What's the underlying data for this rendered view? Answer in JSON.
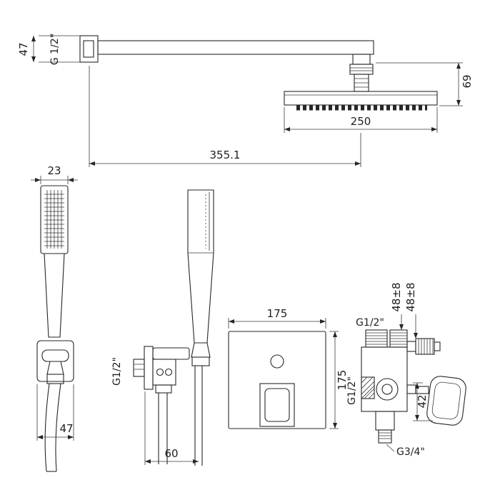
{
  "drawing": {
    "overhead_shower": {
      "wall_flange_height": "47",
      "wall_thread": "G 1/2\"",
      "head_drop": "69",
      "head_width": "250",
      "arm_reach": "355.1"
    },
    "hand_shower": {
      "head_width": "23",
      "bracket_width": "47",
      "outlet_thread": "G1/2\"",
      "outlet_depth": "60"
    },
    "mixer": {
      "plate_width": "175",
      "plate_height": "175",
      "top_thread": "G1/2\"",
      "depth_upper": "48±8",
      "depth_lower": "48±8",
      "inlet_thread": "G1/2\"",
      "handle_height": "42",
      "bottom_thread": "G3/4\""
    }
  }
}
